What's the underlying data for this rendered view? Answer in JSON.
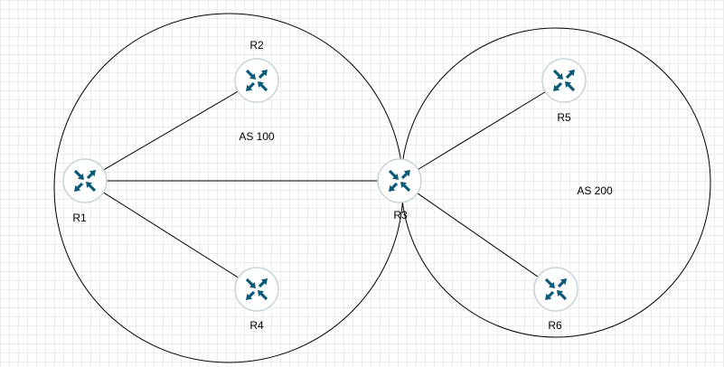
{
  "diagram": {
    "areas": [
      {
        "id": "as100",
        "label": "AS 100"
      },
      {
        "id": "as200",
        "label": "AS 200"
      }
    ],
    "routers": [
      {
        "id": "r1",
        "label": "R1",
        "icon": "router-icon"
      },
      {
        "id": "r2",
        "label": "R2",
        "icon": "router-icon"
      },
      {
        "id": "r3",
        "label": "R3",
        "icon": "router-icon"
      },
      {
        "id": "r4",
        "label": "R4",
        "icon": "router-icon"
      },
      {
        "id": "r5",
        "label": "R5",
        "icon": "router-icon"
      },
      {
        "id": "r6",
        "label": "R6",
        "icon": "router-icon"
      }
    ],
    "links": [
      {
        "from": "r1",
        "to": "r2"
      },
      {
        "from": "r1",
        "to": "r3"
      },
      {
        "from": "r1",
        "to": "r4"
      },
      {
        "from": "r3",
        "to": "r5"
      },
      {
        "from": "r3",
        "to": "r6"
      }
    ],
    "colors": {
      "router_fill": "#0b5a78",
      "router_border": "#c8d3da",
      "arrow": "#ffffff",
      "line": "#000000"
    }
  }
}
